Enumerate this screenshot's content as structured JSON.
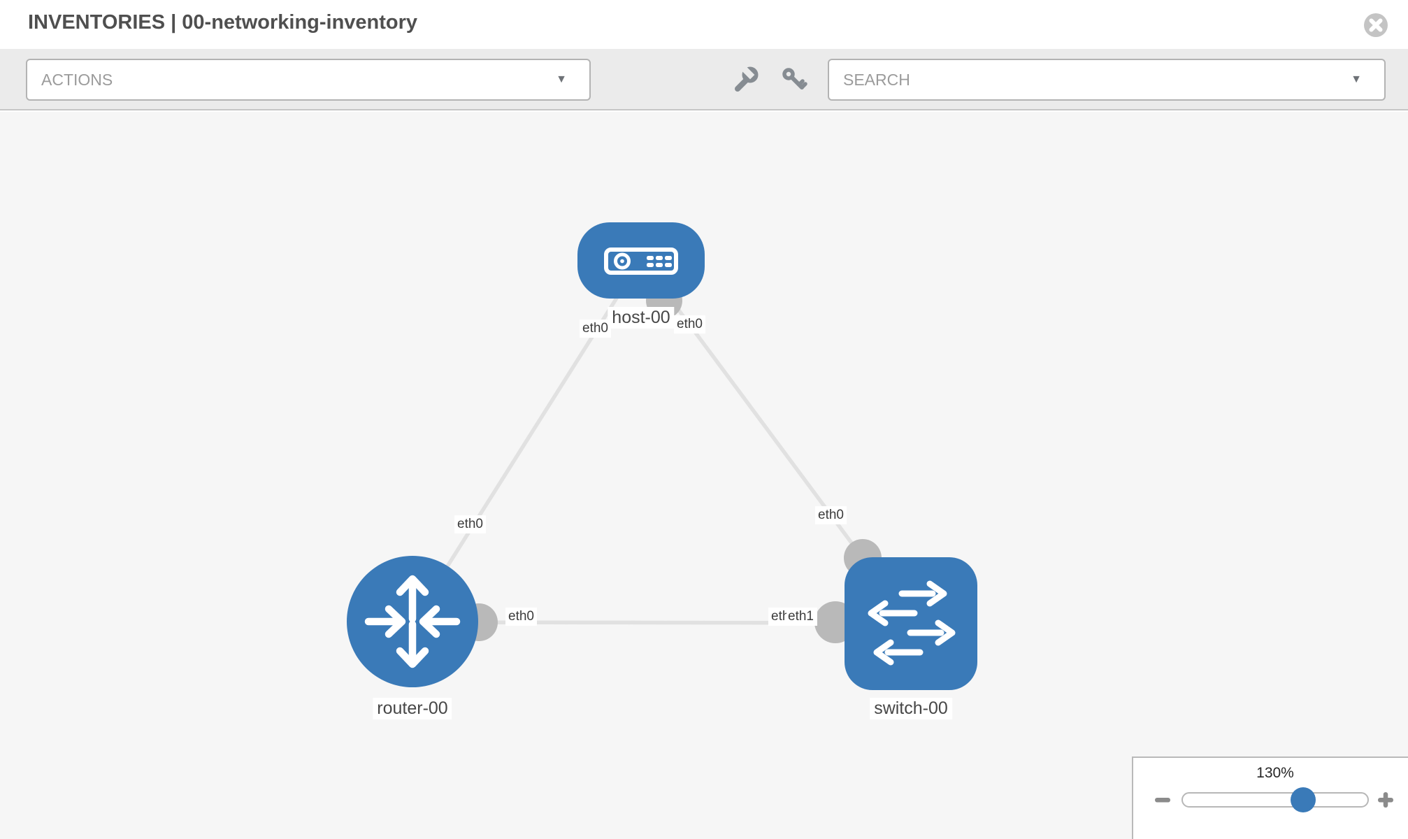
{
  "header": {
    "title": "INVENTORIES | 00-networking-inventory",
    "close_icon": "close-icon"
  },
  "toolbar": {
    "actions_label": "ACTIONS",
    "search_label": "SEARCH",
    "caret": "▼",
    "icons": [
      "wrench-icon",
      "key-icon"
    ]
  },
  "topology": {
    "nodes": [
      {
        "id": "host-00",
        "type": "host",
        "label": "host-00"
      },
      {
        "id": "router-00",
        "type": "router",
        "label": "router-00"
      },
      {
        "id": "switch-00",
        "type": "switch",
        "label": "switch-00"
      }
    ],
    "links": [
      {
        "from": "router-00",
        "to": "host-00",
        "from_interface": "eth0",
        "to_interface": "eth0"
      },
      {
        "from": "host-00",
        "to": "switch-00",
        "from_interface": "eth0",
        "to_interface": "eth0"
      },
      {
        "from": "router-00",
        "to": "switch-00",
        "from_interface": "eth0",
        "to_interface": "eth1"
      }
    ],
    "iface_labels": [
      "eth0",
      "eth0",
      "eth0",
      "eth0",
      "eth0",
      "eth0",
      "eth1"
    ]
  },
  "zoom_control": {
    "percent": "130%",
    "minus_icon": "minus-icon",
    "plus_icon": "plus-icon"
  },
  "colors": {
    "node_blue": "#3a7ab8",
    "link_gray": "#e1e1e1",
    "interface_dot_gray": "#b9b9b9",
    "toolbar_bg": "#ebebeb",
    "canvas_bg": "#f6f6f6",
    "slider_handle_blue": "#3a7ab8",
    "close_circle_gray": "#c4c4c4"
  }
}
